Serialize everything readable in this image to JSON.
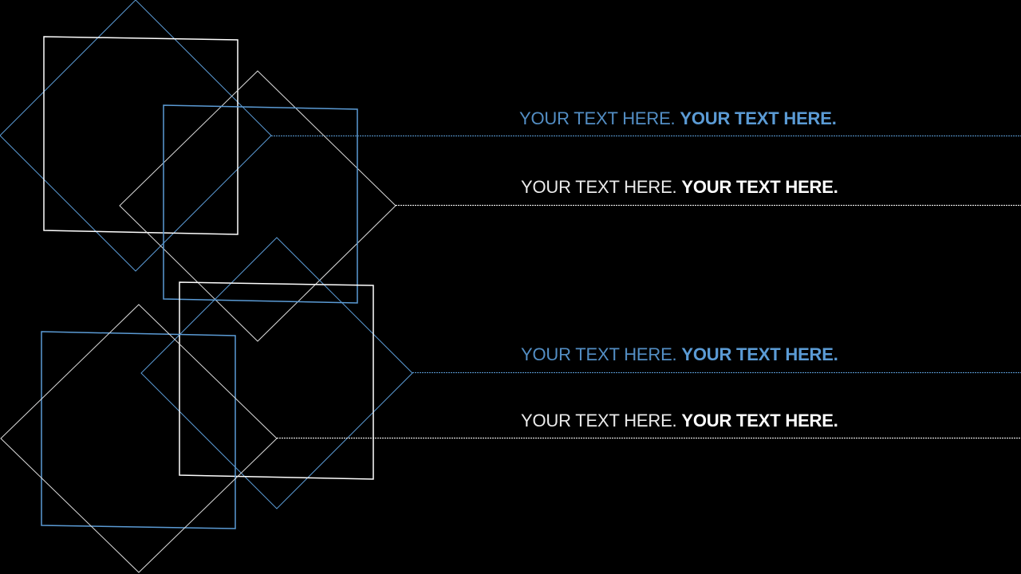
{
  "colors": {
    "blue": "#5b9bd5",
    "white": "#ffffff",
    "background": "#000000"
  },
  "rows": [
    {
      "light": "YOUR TEXT HERE. ",
      "bold": "YOUR TEXT HERE.",
      "color": "#5b9bd5"
    },
    {
      "light": "YOUR TEXT HERE. ",
      "bold": "YOUR TEXT HERE.",
      "color": "#ffffff"
    },
    {
      "light": "YOUR TEXT HERE. ",
      "bold": "YOUR TEXT HERE.",
      "color": "#5b9bd5"
    },
    {
      "light": "YOUR TEXT HERE. ",
      "bold": "YOUR TEXT HERE.",
      "color": "#ffffff"
    }
  ]
}
